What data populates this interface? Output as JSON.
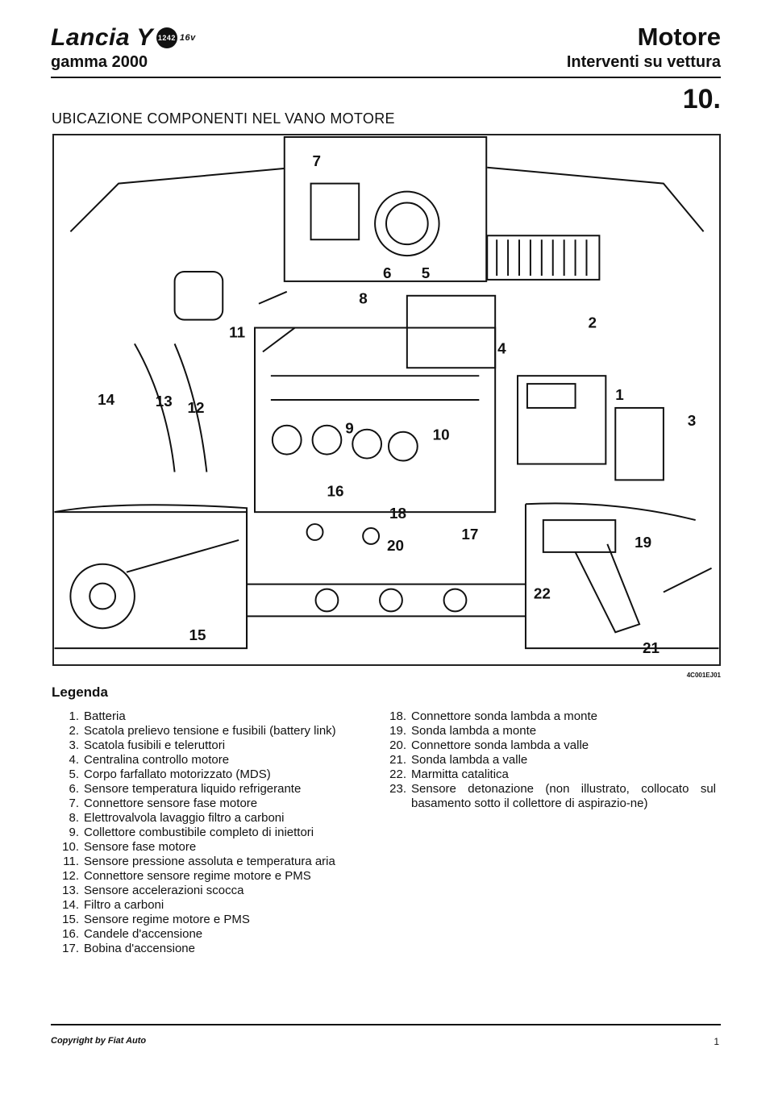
{
  "header": {
    "brand": "Lancia Y",
    "logo_badge": "1242",
    "logo_suffix": "16v",
    "range": "gamma 2000",
    "section": "Motore",
    "subsection": "Interventi su vettura",
    "chapter": "10."
  },
  "figure": {
    "title": "UBICAZIONE COMPONENTI NEL VANO MOTORE",
    "code": "4C001EJ01",
    "callouts": [
      "7",
      "6",
      "5",
      "8",
      "11",
      "2",
      "4",
      "14",
      "13",
      "12",
      "9",
      "10",
      "1",
      "3",
      "16",
      "18",
      "17",
      "20",
      "19",
      "15",
      "22",
      "21"
    ]
  },
  "legend": {
    "title": "Legenda",
    "left": [
      {
        "n": "1.",
        "t": "Batteria"
      },
      {
        "n": "2.",
        "t": "Scatola prelievo tensione e fusibili (battery link)"
      },
      {
        "n": "3.",
        "t": "Scatola fusibili e teleruttori"
      },
      {
        "n": "4.",
        "t": "Centralina controllo motore"
      },
      {
        "n": "5.",
        "t": "Corpo farfallato motorizzato (MDS)"
      },
      {
        "n": "6.",
        "t": "Sensore temperatura liquido refrigerante"
      },
      {
        "n": "7.",
        "t": "Connettore sensore fase motore"
      },
      {
        "n": "8.",
        "t": "Elettrovalvola lavaggio filtro a carboni"
      },
      {
        "n": "9.",
        "t": "Collettore combustibile completo di iniettori"
      },
      {
        "n": "10.",
        "t": "Sensore fase motore"
      },
      {
        "n": "11.",
        "t": "Sensore pressione assoluta e temperatura aria"
      },
      {
        "n": "12.",
        "t": "Connettore sensore regime motore e PMS"
      },
      {
        "n": "13.",
        "t": "Sensore accelerazioni scocca"
      },
      {
        "n": "14.",
        "t": "Filtro a carboni"
      },
      {
        "n": "15.",
        "t": "Sensore regime motore e PMS"
      },
      {
        "n": "16.",
        "t": "Candele d'accensione"
      },
      {
        "n": "17.",
        "t": "Bobina d'accensione"
      }
    ],
    "right": [
      {
        "n": "18.",
        "t": "Connettore sonda lambda a monte"
      },
      {
        "n": "19.",
        "t": "Sonda lambda a monte"
      },
      {
        "n": "20.",
        "t": "Connettore sonda lambda a valle"
      },
      {
        "n": "21.",
        "t": "Sonda lambda a valle"
      },
      {
        "n": "22.",
        "t": "Marmitta catalitica"
      },
      {
        "n": "23.",
        "t": "Sensore detonazione (non illustrato, collocato sul basamento sotto il collettore di aspirazio-ne)"
      }
    ]
  },
  "footer": {
    "copyright": "Copyright by Fiat Auto",
    "page": "1"
  }
}
